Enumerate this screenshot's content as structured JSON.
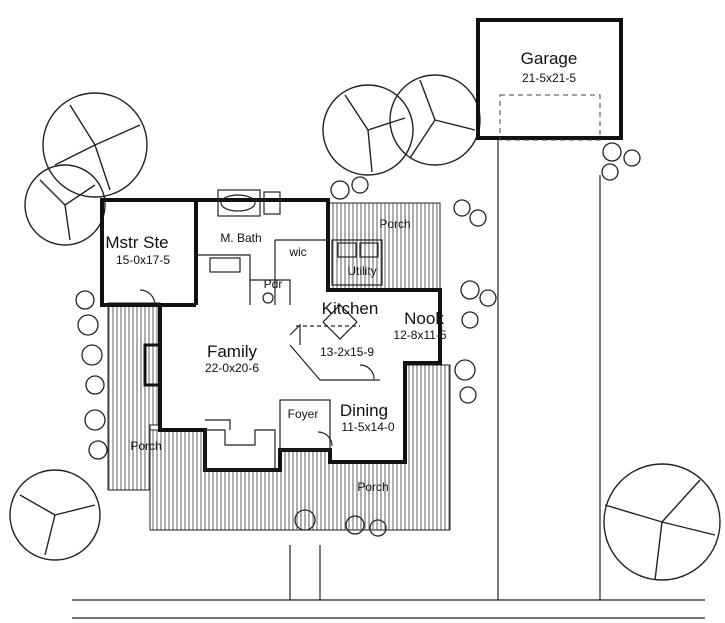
{
  "rooms": {
    "garage": {
      "name": "Garage",
      "dims": "21-5x21-5"
    },
    "mstr_ste": {
      "name": "Mstr Ste",
      "dims": "15-0x17-5"
    },
    "m_bath": {
      "name": "M. Bath"
    },
    "wic": {
      "name": "wic"
    },
    "utility": {
      "name": "Utility"
    },
    "pdr": {
      "name": "Pdr"
    },
    "kitchen": {
      "name": "Kitchen",
      "dims": "13-2x15-9"
    },
    "nook": {
      "name": "Nook",
      "dims": "12-8x11-5"
    },
    "family": {
      "name": "Family",
      "dims": "22-0x20-6"
    },
    "foyer": {
      "name": "Foyer"
    },
    "dining": {
      "name": "Dining",
      "dims": "11-5x14-0"
    },
    "porch_rear": {
      "name": "Porch"
    },
    "porch_side": {
      "name": "Porch"
    },
    "porch_front": {
      "name": "Porch"
    }
  }
}
